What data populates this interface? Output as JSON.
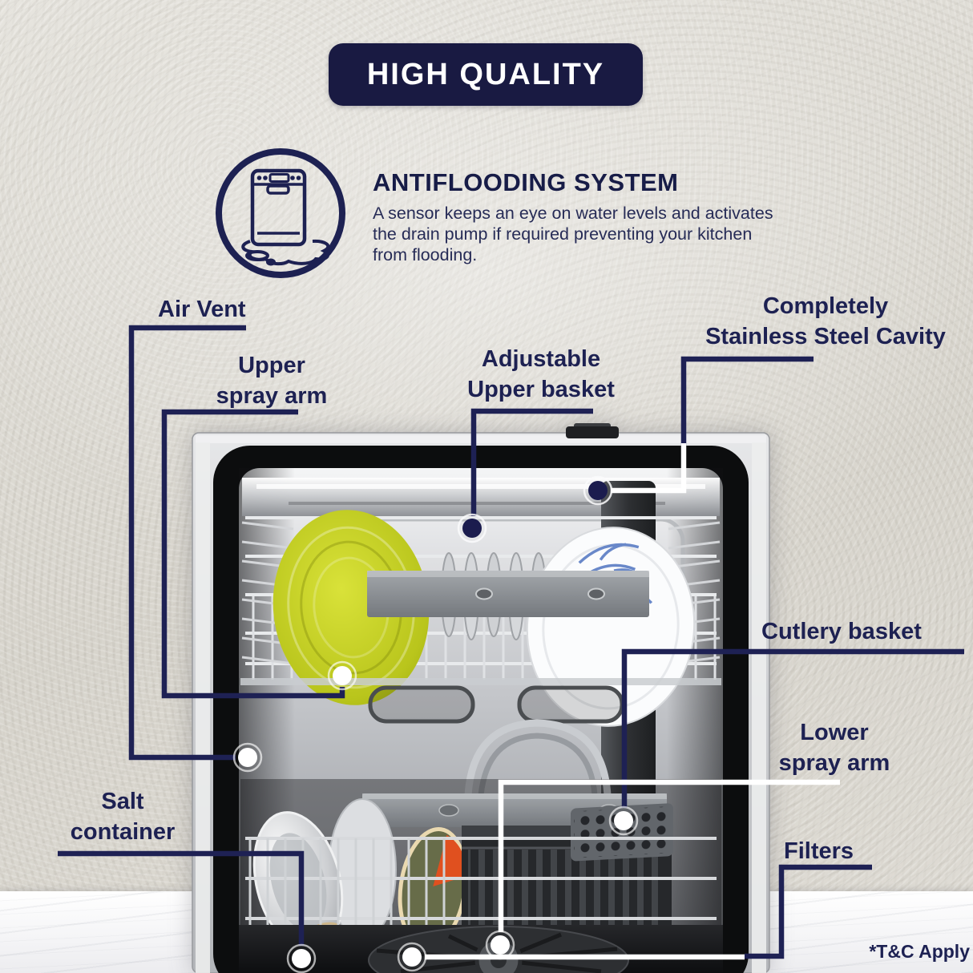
{
  "badge": {
    "label": "HIGH QUALITY"
  },
  "feature": {
    "title": "ANTIFLOODING SYSTEM",
    "icon": "dishwasher-flood-icon",
    "description_lines": [
      "A sensor keeps an eye on water levels and activates",
      "the drain pump if required preventing your kitchen",
      "from flooding."
    ]
  },
  "callouts": {
    "air_vent": "Air Vent",
    "upper_spray_arm": "Upper\nspray arm",
    "adjustable_upper_basket": "Adjustable\nUpper basket",
    "stainless_cavity": "Completely\nStainless Steel Cavity",
    "cutlery_basket": "Cutlery basket",
    "lower_spray_arm": "Lower\nspray arm",
    "salt_container": "Salt\ncontainer",
    "filters": "Filters"
  },
  "footnote": "*T&C Apply",
  "colors": {
    "navy": "#1c1d4f",
    "badge_bg": "#191a42",
    "green_plate": "#bcc81d",
    "floral_blue": "#6988c9",
    "orange_wedge": "#e0501f",
    "callout_white": "#ffffff"
  }
}
